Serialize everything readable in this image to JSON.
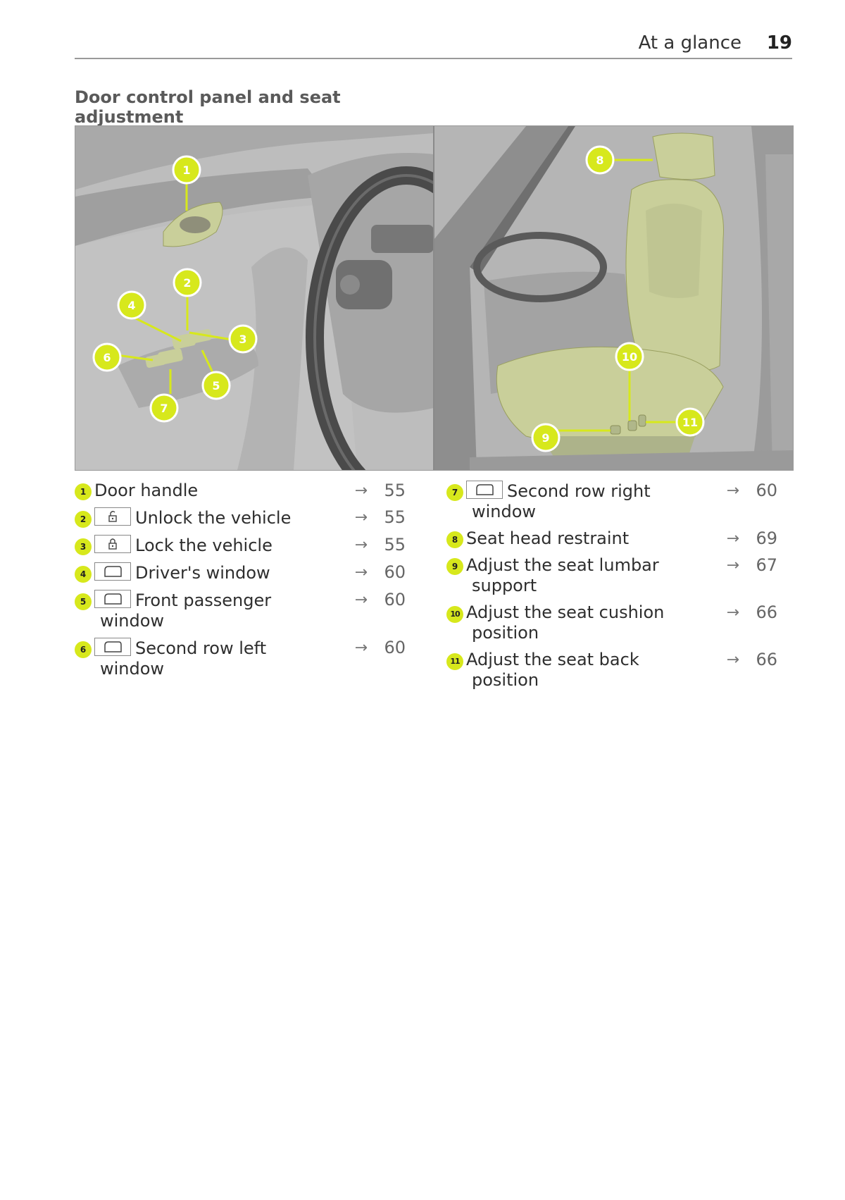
{
  "header": {
    "section": "At a glance",
    "page_number": "19"
  },
  "title": "Door control panel and seat adjustment",
  "callouts": [
    "1",
    "2",
    "3",
    "4",
    "5",
    "6",
    "7",
    "8",
    "9",
    "10",
    "11"
  ],
  "legend_left": [
    {
      "num": "1",
      "icon": "",
      "text": "Door handle",
      "cont": "",
      "page": "55"
    },
    {
      "num": "2",
      "icon": "unlock-icon",
      "text": "Unlock the vehicle",
      "cont": "",
      "page": "55"
    },
    {
      "num": "3",
      "icon": "lock-icon",
      "text": "Lock the vehicle",
      "cont": "",
      "page": "55"
    },
    {
      "num": "4",
      "icon": "window-icon",
      "text": "Driver's window",
      "cont": "",
      "page": "60"
    },
    {
      "num": "5",
      "icon": "window-icon",
      "text": "Front passenger",
      "cont": "window",
      "page": "60"
    },
    {
      "num": "6",
      "icon": "window-icon",
      "text": "Second row left",
      "cont": "window",
      "page": "60"
    }
  ],
  "legend_right": [
    {
      "num": "7",
      "icon": "window-icon",
      "text": "Second row right",
      "cont": "window",
      "page": "60"
    },
    {
      "num": "8",
      "icon": "",
      "text": "Seat head restraint",
      "cont": "",
      "page": "69"
    },
    {
      "num": "9",
      "icon": "",
      "text": "Adjust the seat lumbar",
      "cont": "support",
      "page": "67"
    },
    {
      "num": "10",
      "icon": "",
      "text": "Adjust the seat cushion",
      "cont": "position",
      "page": "66"
    },
    {
      "num": "11",
      "icon": "",
      "text": "Adjust the seat back",
      "cont": "position",
      "page": "66"
    }
  ],
  "arrow_glyph": "→",
  "colors": {
    "accent": "#d7e81c",
    "highlight": "#c9cf9a",
    "background": "#c4c4c4"
  }
}
